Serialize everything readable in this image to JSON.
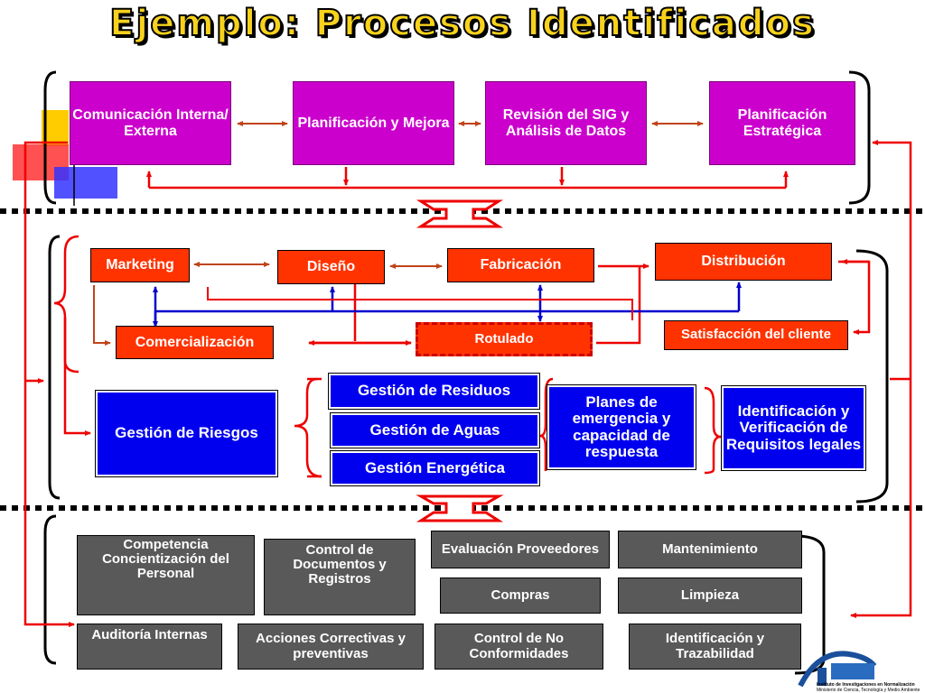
{
  "title": "Ejemplo: Procesos Identificados",
  "strategic": {
    "comunicacion": "Comunicación Interna/ Externa",
    "planificacion_mejora": "Planificación y Mejora",
    "revision": "Revisión del SIG y Análisis de Datos",
    "estrategica": "Planificación Estratégica"
  },
  "operational": {
    "marketing": "Marketing",
    "diseno": "Diseño",
    "fabricacion": "Fabricación",
    "distribucion": "Distribución",
    "comercializacion": "Comercialización",
    "rotulado": "Rotulado",
    "satisfaccion": "Satisfacción del cliente",
    "riesgos": "Gestión  de Riesgos",
    "residuos": "Gestión de Residuos",
    "aguas": "Gestión de Aguas",
    "energetica": "Gestión Energética",
    "planes": "Planes de emergencia y capacidad de respuesta",
    "identificacion_legal": "Identificación y Verificación de Requisitos legales"
  },
  "support": {
    "competencia": "Competencia Concientización del Personal",
    "control_documentos": "Control de Documentos y Registros",
    "evaluacion": "Evaluación Proveedores",
    "mantenimiento": "Mantenimiento",
    "compras": "Compras",
    "limpieza": "Limpieza",
    "auditoria": "Auditoría Internas",
    "acciones": "Acciones Correctivas y preventivas",
    "no_conformidades": "Control de No Conformidades",
    "trazabilidad": "Identificación y Trazabilidad"
  },
  "logo": {
    "line1": "Instituto de Investigaciones en Normalización",
    "line2": "Ministerio de Ciencia, Tecnología y Medio Ambiente"
  },
  "colors": {
    "title_fill": "#f7d21c",
    "strategic_box": "#cc00cc",
    "operational_box": "#ff3300",
    "env_box": "#0000ee",
    "support_box": "#595959",
    "arrow_red": "#ee0000",
    "arrow_brown": "#c0441a",
    "line_blue": "#0000cc"
  }
}
